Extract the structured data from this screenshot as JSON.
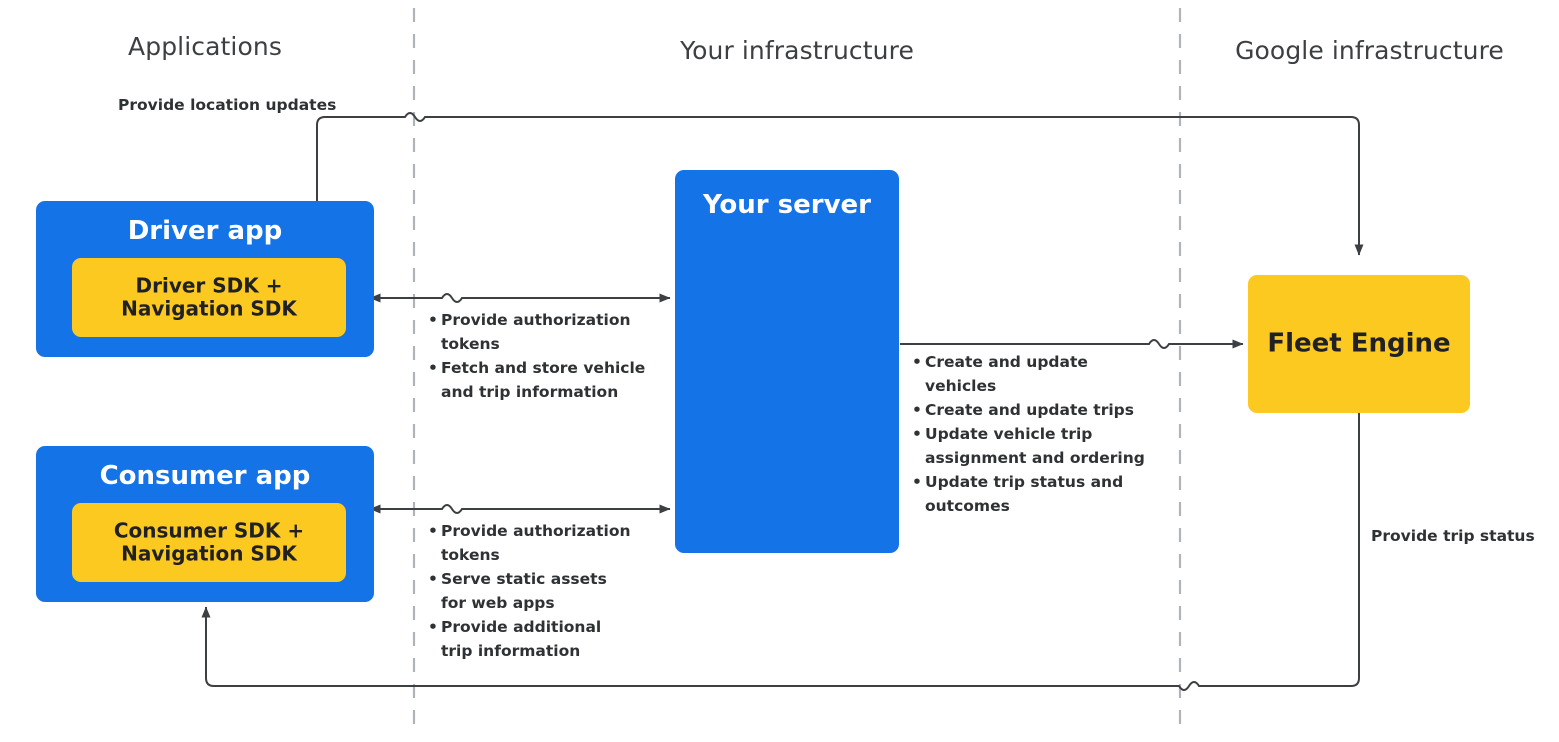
{
  "lanes": [
    {
      "id": "applications",
      "title": "Applications"
    },
    {
      "id": "your-infrastructure",
      "title": "Your infrastructure"
    },
    {
      "id": "google-infrastructure",
      "title": "Google infrastructure"
    }
  ],
  "nodes": {
    "driver_app": {
      "title": "Driver app",
      "sdk": "Driver SDK +\nNavigation SDK"
    },
    "consumer_app": {
      "title": "Consumer app",
      "sdk": "Consumer SDK +\nNavigation SDK"
    },
    "your_server": {
      "title": "Your server"
    },
    "fleet_engine": {
      "title": "Fleet Engine"
    }
  },
  "labels": {
    "provide_location_updates": "Provide location updates",
    "provide_trip_status": "Provide trip status"
  },
  "flows": {
    "driver_to_server": [
      "Provide authorization tokens",
      "Fetch and store vehicle and trip information"
    ],
    "consumer_to_server": [
      "Provide authorization tokens",
      "Serve static assets for web apps",
      "Provide additional trip information"
    ],
    "server_to_fleet_engine": [
      "Create and update vehicles",
      "Create and update trips",
      "Update vehicle trip assignment and ordering",
      "Update trip status and outcomes"
    ]
  },
  "colors": {
    "blue": "#1473e6",
    "yellow": "#fbc91f",
    "line": "#3c4043",
    "lane_divider": "#b0b4ba",
    "title_text": "#3c4043",
    "body_text": "#2f3234"
  }
}
